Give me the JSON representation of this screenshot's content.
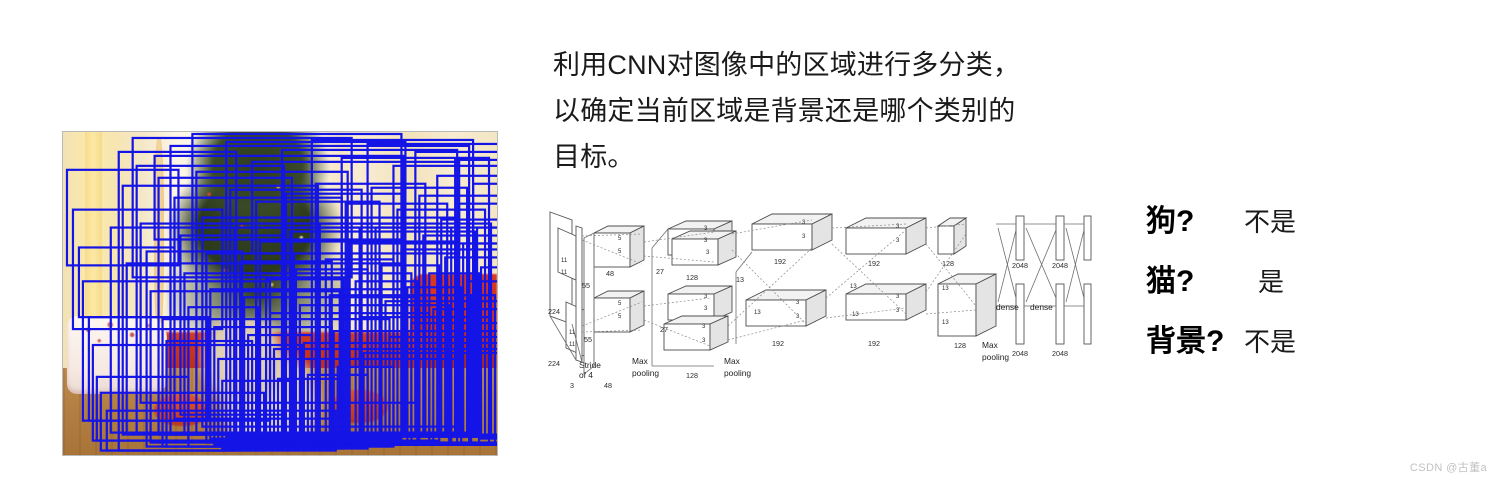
{
  "caption": {
    "lines": [
      "利用CNN对图像中的区域进行多分类，",
      "以确定当前区域是背景还是哪个类别的",
      "目标。"
    ]
  },
  "photo": {
    "alt_description": "室内圣诞树与猫的照片，覆盖蓝色候选区域框",
    "box_color": "#1414e6",
    "border_color": "#b9b9b9",
    "region_proposal_count": 96
  },
  "cnn_figure": {
    "name": "AlexNet 架构图",
    "input_labels": [
      "224",
      "224",
      "3",
      "11",
      "11",
      "Stride\nof 4"
    ],
    "layer_labels": [
      "55",
      "55",
      "48",
      "48",
      "27",
      "27",
      "128",
      "128",
      "13",
      "13",
      "13",
      "13",
      "13",
      "13",
      "192",
      "192",
      "192",
      "192",
      "128",
      "128",
      "2048",
      "2048",
      "2048",
      "2048"
    ],
    "kernel_labels": [
      "5",
      "5",
      "3",
      "3",
      "3",
      "3",
      "3",
      "3",
      "3",
      "3"
    ],
    "annotations": [
      "Max\npooling",
      "Max\npooling",
      "Max\npooling",
      "dense",
      "dense"
    ],
    "stride_label_line1": "Stride",
    "stride_label_line2": "of 4",
    "maxpool_line1": "Max",
    "maxpool_line2": "pooling",
    "dense_label": "dense"
  },
  "qa": {
    "rows": [
      {
        "question": "狗?",
        "answer": "不是"
      },
      {
        "question": "猫?",
        "answer": "是"
      },
      {
        "question": "背景?",
        "answer": "不是"
      }
    ]
  },
  "watermark": {
    "text": "CSDN @古董a"
  }
}
